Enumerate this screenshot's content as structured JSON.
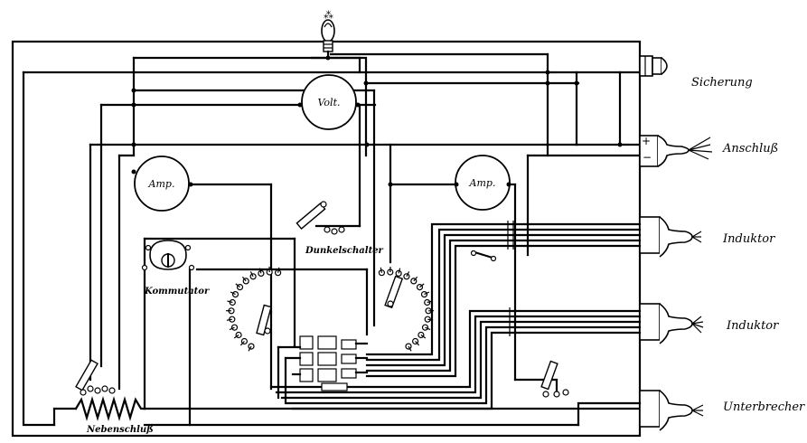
{
  "labels": {
    "sicherung": "Sicherung",
    "anschluss": "Anschluß",
    "induktor_1": "Induktor",
    "induktor_2": "Induktor",
    "unterbrecher": "Unterbrecher",
    "dunkelschalter": "Dunkelschalter",
    "kommutator": "Kommutator",
    "nebenschluss": "Nebenschluß"
  },
  "meters": {
    "volt": "Volt.",
    "amp_left": "Amp.",
    "amp_right": "Amp."
  },
  "terminal_signs": {
    "plus": "+",
    "minus": "−"
  }
}
